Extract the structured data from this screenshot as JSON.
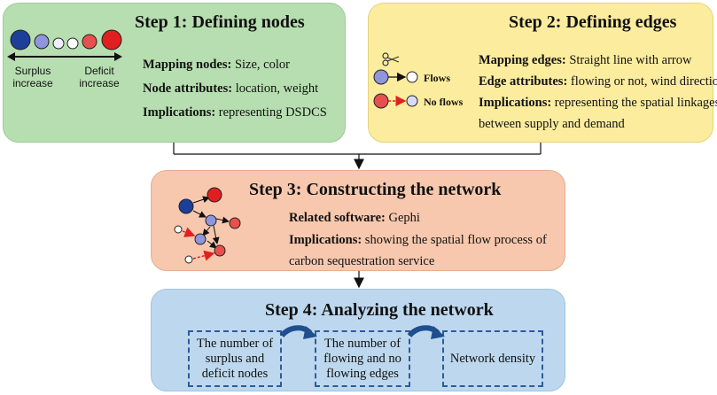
{
  "step1": {
    "title": "Step 1: Defining nodes",
    "lines": [
      {
        "label": "Mapping nodes:",
        "text": " Size, color"
      },
      {
        "label": "Node attributes:",
        "text": " location, weight"
      },
      {
        "label": "Implications:",
        "text": " representing DSDCS"
      }
    ],
    "legend_left": "Surplus increase",
    "legend_right": "Deficit increase",
    "colors": {
      "surplus": "#1d3f9a",
      "light_blue": "#8f96dc",
      "pale": "#eeeeff",
      "white": "#ffffff",
      "deficit": "#e02020"
    }
  },
  "step2": {
    "title": "Step 2: Defining edges",
    "lines": [
      {
        "label": "Mapping edges:",
        "text": " Straight line with arrow"
      },
      {
        "label": "Edge attributes:",
        "text": " flowing or not, wind direction"
      },
      {
        "label": "Implications:",
        "text": " representing the spatial linkages"
      },
      {
        "label": "",
        "text": "between supply and demand"
      }
    ],
    "flows_label": "Flows",
    "no_flows_label": "No flows",
    "icon": "scissors-icon"
  },
  "step3": {
    "title": "Step 3: Constructing the network",
    "lines": [
      {
        "label": "Related software:",
        "text": " Gephi"
      },
      {
        "label": "Implications:",
        "text": " showing the spatial flow process of"
      },
      {
        "label": "",
        "text": "carbon sequestration service"
      }
    ]
  },
  "step4": {
    "title": "Step 4: Analyzing the network",
    "boxes": [
      "The number of surplus and deficit nodes",
      "The number of flowing and no flowing edges",
      "Network density"
    ],
    "colors": {
      "dashed": "#2b5c9e",
      "arrow": "#1f4f8f"
    }
  }
}
